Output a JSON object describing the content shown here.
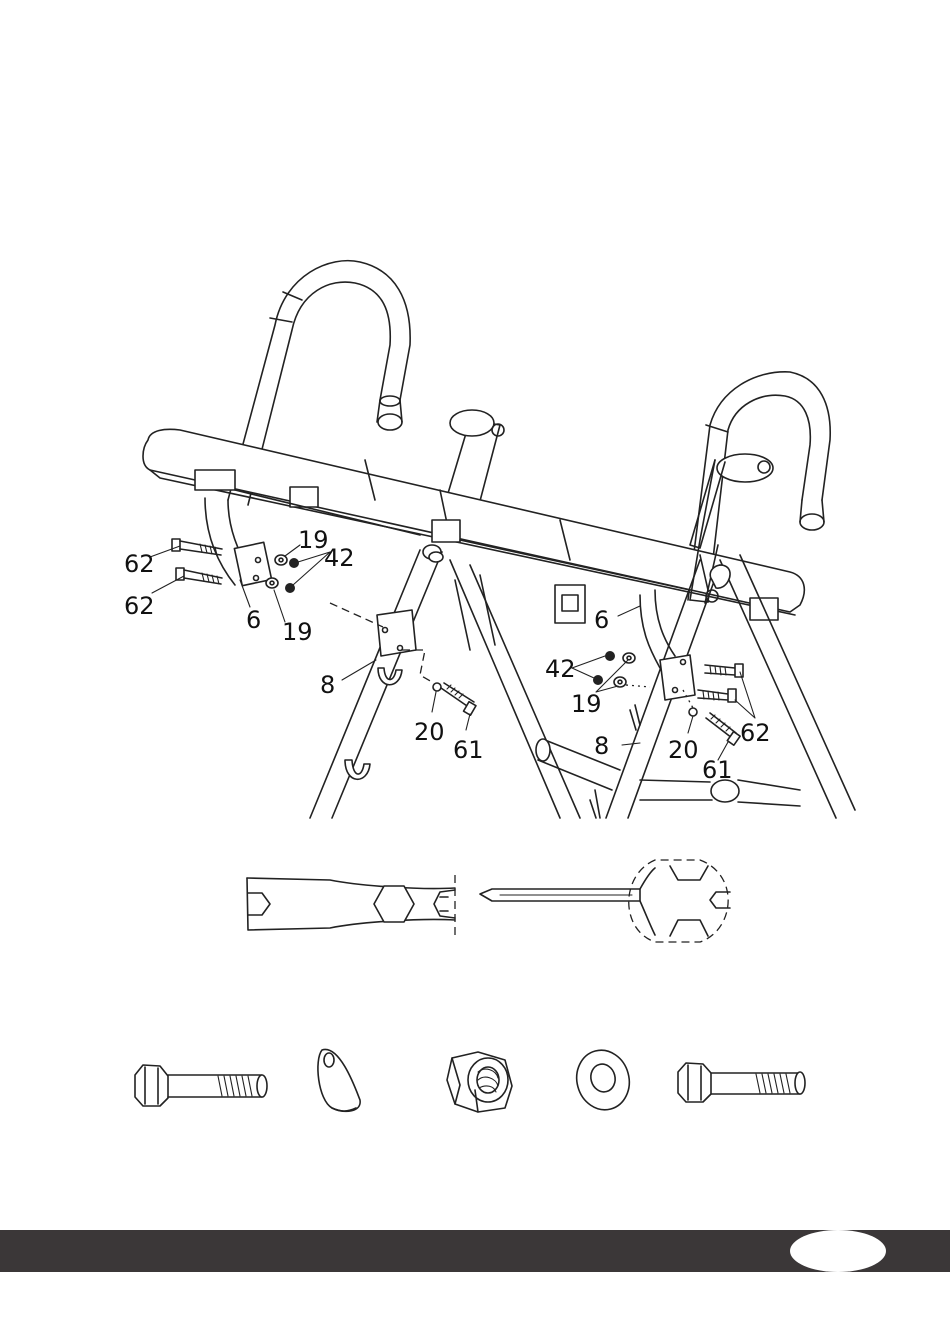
{
  "diagram": {
    "callouts": {
      "left_bolt_top": "62",
      "left_bolt_bottom": "62",
      "left_washer_top": "19",
      "left_nut": "42",
      "left_bracket": "6",
      "left_washer_bottom": "19",
      "left_leg": "8",
      "left_small_washer": "20",
      "left_bolt_long": "61",
      "right_bracket": "6",
      "right_nut": "42",
      "right_washer": "19",
      "right_bolts": "62",
      "right_leg": "8",
      "right_small_washer": "20",
      "right_bolt_long": "61"
    }
  },
  "tools": {
    "items": [
      "wrench",
      "screwdriver"
    ]
  },
  "hardware": {
    "items": [
      "bolt-61",
      "curved-washer-20",
      "nylon-nut-42",
      "flat-washer-19",
      "bolt-62"
    ]
  },
  "footer": {
    "bar_color": "#3b3738",
    "page_number": ""
  }
}
